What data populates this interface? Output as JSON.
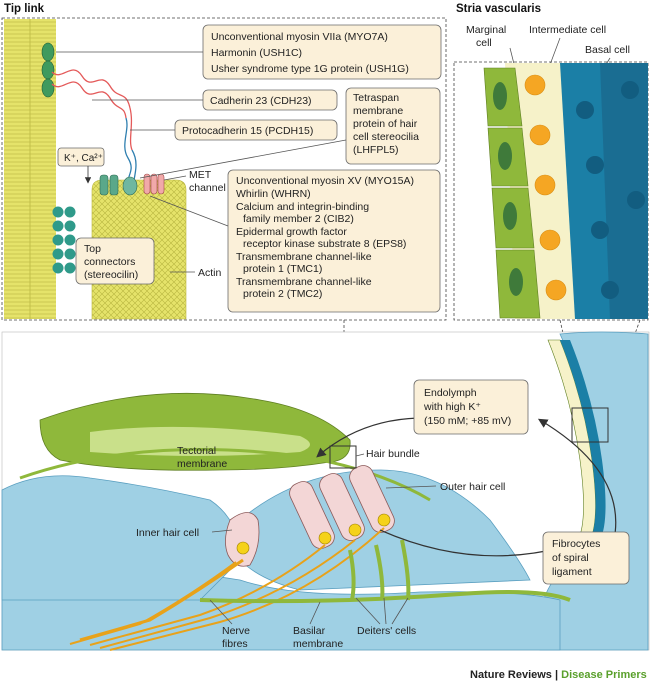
{
  "tip_link": {
    "title": "Tip link",
    "box1": [
      "Unconventional myosin VIIa (MYO7A)",
      "Harmonin (USH1C)",
      "Usher syndrome type 1G protein (USH1G)"
    ],
    "cdh23": "Cadherin 23 (CDH23)",
    "pcdh15": "Protocadherin 15 (PCDH15)",
    "lhfpl5": [
      "Tetraspan",
      "membrane",
      "protein of hair",
      "cell stereocilia",
      "(LHFPL5)"
    ],
    "ions": "K⁺, Ca²⁺",
    "met": [
      "MET",
      "channel"
    ],
    "box2": [
      "Unconventional myosin XV (MYO15A)",
      "Whirlin (WHRN)",
      "Calcium and integrin-binding",
      "family member 2 (CIB2)",
      "Epidermal growth factor",
      "receptor kinase substrate 8 (EPS8)",
      "Transmembrane channel-like",
      "protein 1 (TMC1)",
      "Transmembrane channel-like",
      "protein 2 (TMC2)"
    ],
    "top_connectors": [
      "Top",
      "connectors",
      "(stereocilin)"
    ],
    "actin": "Actin"
  },
  "stria": {
    "title": "Stria vascularis",
    "marginal": [
      "Marginal",
      "cell"
    ],
    "intermediate": "Intermediate cell",
    "basal": "Basal cell"
  },
  "cochlea": {
    "endolymph": [
      "Endolymph",
      "with high K⁺",
      "(150 mM; +85 mV)"
    ],
    "tectorial": [
      "Tectorial",
      "membrane"
    ],
    "hair_bundle": "Hair bundle",
    "outer_hair_cell": "Outer hair cell",
    "inner_hair_cell": "Inner hair cell",
    "fibrocytes": [
      "Fibrocytes",
      "of spiral",
      "ligament"
    ],
    "nerve": [
      "Nerve",
      "fibres"
    ],
    "basilar": [
      "Basilar",
      "membrane"
    ],
    "deiters": "Deiters' cells"
  },
  "credit": {
    "journal": "Nature Reviews",
    "sep": " | ",
    "series": "Disease Primers"
  },
  "colors": {
    "box_fill": "#fbf0d9",
    "actin_yellow": "#e5e36a",
    "tissue_blue": "#9fd0e4",
    "green": "#8fb83b",
    "orange_cell": "#f5a623",
    "stria_blue": "#1b7fa6",
    "nerve": "#e8a21a"
  }
}
